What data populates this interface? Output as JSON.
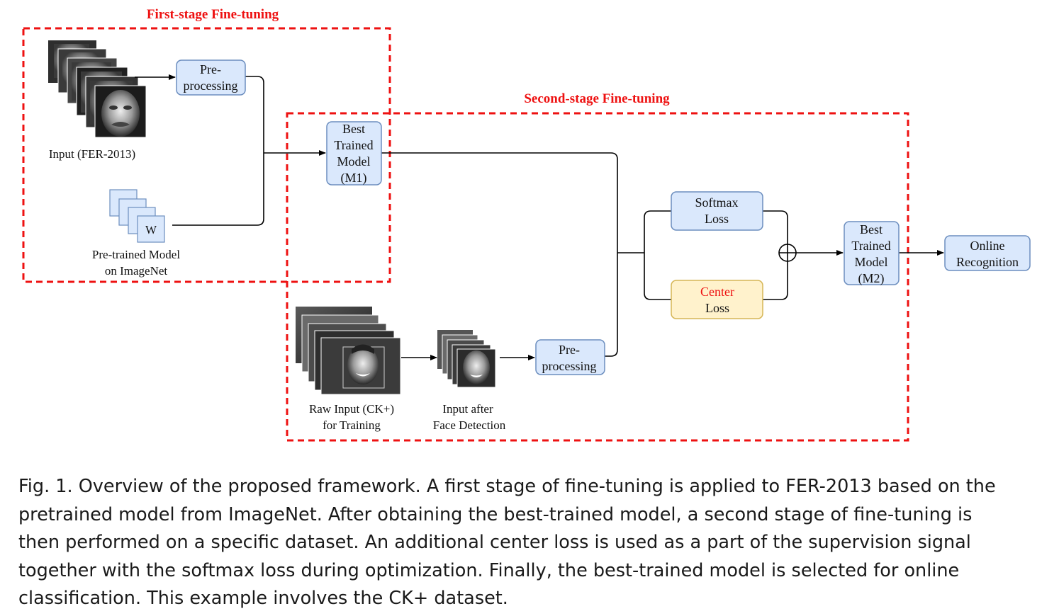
{
  "stages": {
    "first_title": "First-stage Fine-tuning",
    "second_title": "Second-stage Fine-tuning"
  },
  "nodes": {
    "preprocessing_1": [
      "Pre-",
      "processing"
    ],
    "best_model_m1": [
      "Best",
      "Trained",
      "Model",
      "(M1)"
    ],
    "softmax_loss": [
      "Softmax",
      "Loss"
    ],
    "center_loss": [
      "Center",
      "Loss"
    ],
    "best_model_m2": [
      "Best",
      "Trained",
      "Model",
      "(M2)"
    ],
    "online_recognition": [
      "Online",
      "Recognition"
    ],
    "preprocessing_2": [
      "Pre-",
      "processing"
    ]
  },
  "labels": {
    "input_fer": "Input (FER-2013)",
    "pretrained_model": [
      "Pre-trained Model",
      "on ImageNet"
    ],
    "weights_letter": "W",
    "raw_input_ck": [
      "Raw Input (CK+)",
      "for Training"
    ],
    "input_after_detection": [
      "Input after",
      "Face Detection"
    ]
  },
  "colors": {
    "dashed_border": "#ee1111",
    "stage_title": "#ee1111",
    "box_fill": "#dae8fc",
    "box_stroke": "#6c8ebf",
    "center_fill": "#fff2cc",
    "center_stroke": "#d6b656",
    "center_text": "#ee1111"
  },
  "caption": [
    "Fig. 1.  Overview of the proposed framework. A first stage of fine-tuning is applied to FER-2013 based on the",
    "pretrained model from ImageNet. After obtaining the best-trained model, a second stage of fine-tuning is",
    "then performed on a specific dataset. An additional center loss is used as a part of the supervision signal",
    "together with the softmax loss during optimization. Finally, the best-trained model is selected for online",
    "classification. This example involves the CK+ dataset."
  ]
}
